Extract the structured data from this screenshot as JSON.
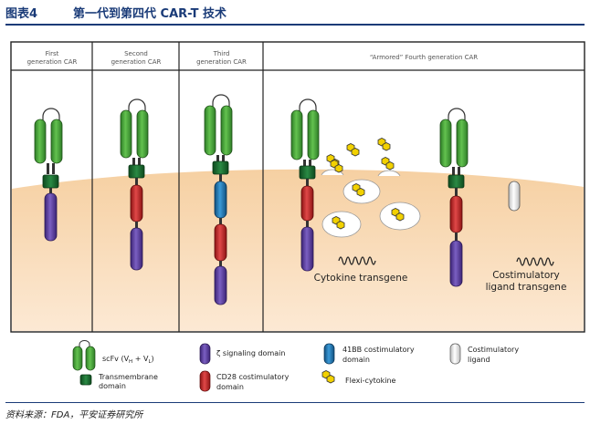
{
  "header": {
    "figure_number": "图表4",
    "title": "第一代到第四代 CAR-T 技术"
  },
  "panels": [
    {
      "title_line1": "First",
      "title_line2": "generation CAR"
    },
    {
      "title_line1": "Second",
      "title_line2": "generation CAR"
    },
    {
      "title_line1": "Third",
      "title_line2": "generation CAR"
    },
    {
      "title_line1": "“Armored” Fourth generation CAR",
      "title_line2": ""
    }
  ],
  "labels": {
    "cytokine_transgene": "Cytokine transgene",
    "costim_ligand_line1": "Costimulatory",
    "costim_ligand_line2": "ligand transgene"
  },
  "legend": {
    "scfv": "scFv (V",
    "scfv_h": "H",
    "scfv_plus": " + V",
    "scfv_l": "L",
    "scfv_close": ")",
    "transmembrane_line1": "Transmembrane",
    "transmembrane_line2": "domain",
    "zeta": "ζ signaling domain",
    "cd28_line1": "CD28 costimulatory",
    "cd28_line2": "domain",
    "fourone_bb_line1": "41BB costimulatory",
    "fourone_bb_line2": "domain",
    "flexi": "Flexi-cytokine",
    "costim_ligand_line1": "Costimulatory",
    "costim_ligand_line2": "ligand"
  },
  "colors": {
    "header": "#1a3b78",
    "cell": "#f6d2a6",
    "scfv": "#3a9a32",
    "transmembrane": "#1a6b2e",
    "zeta": "#5a3a9a",
    "cd28": "#c8282a",
    "fourone_bb": "#1f78b4",
    "cytokine": "#f2d100"
  },
  "source": "资料来源：FDA，平安证券研究所"
}
